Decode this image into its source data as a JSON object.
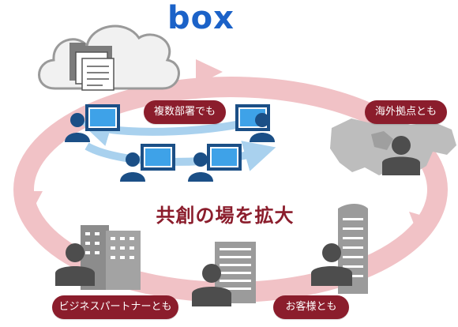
{
  "logo": {
    "text": "box",
    "color": "#1b62c8"
  },
  "headline": {
    "text": "共創の場を拡大",
    "color": "#8b1d2c"
  },
  "labels": {
    "departments": "複数部署でも",
    "overseas": "海外拠点とも",
    "partners": "ビジネスパートナーとも",
    "customers": "お客様とも"
  },
  "colors": {
    "pill": "#8b1d2c",
    "outer_arrow": "#f1c2c6",
    "inner_arrow": "#a9d1ee",
    "person": "#4d4d4d",
    "person_blue": "#1b4f86",
    "monitor": "#3ea2e8",
    "building": "#8c8c8c",
    "cloud": "#ececec"
  },
  "icons": [
    "cloud-icon",
    "folder-document-icon",
    "computer-user-icon",
    "world-map-icon",
    "person-icon",
    "office-building-icon",
    "skyscraper-icon"
  ]
}
